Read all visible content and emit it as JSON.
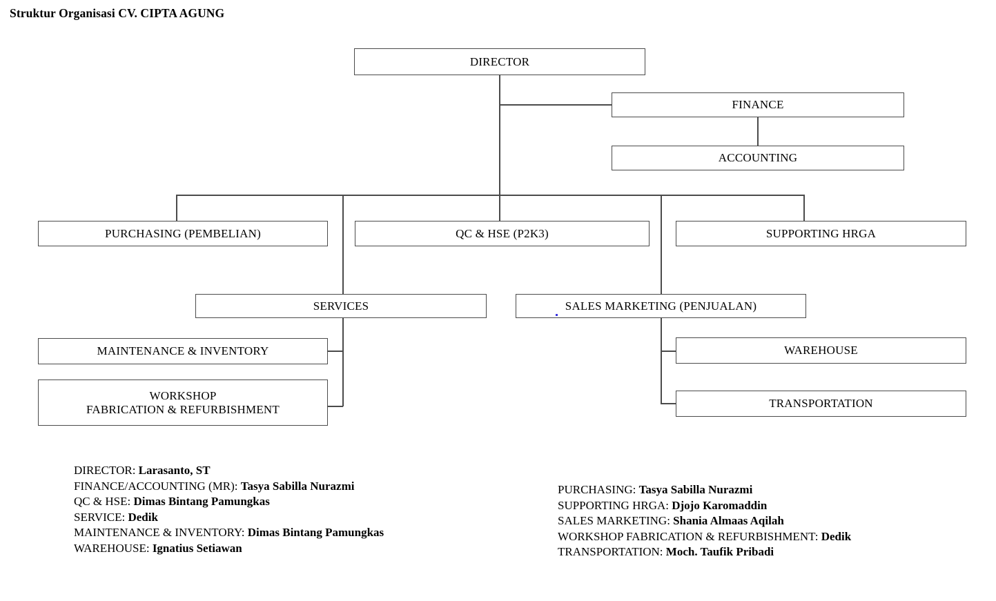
{
  "document": {
    "title": "Struktur Organisasi CV. CIPTA AGUNG"
  },
  "chart_data": {
    "type": "diagram",
    "diagram_type": "organizational-chart",
    "title": "Struktur Organisasi CV. CIPTA AGUNG",
    "nodes": [
      {
        "id": "director",
        "label": "DIRECTOR",
        "level": 1
      },
      {
        "id": "finance",
        "label": "FINANCE",
        "level": 2
      },
      {
        "id": "accounting",
        "label": "ACCOUNTING",
        "level": 3
      },
      {
        "id": "purchasing",
        "label": "PURCHASING (PEMBELIAN)",
        "level": 2
      },
      {
        "id": "qchse",
        "label": "QC & HSE (P2K3)",
        "level": 2
      },
      {
        "id": "hrga",
        "label": "SUPPORTING HRGA",
        "level": 2
      },
      {
        "id": "services",
        "label": "SERVICES",
        "level": 3
      },
      {
        "id": "sales",
        "label": "SALES MARKETING (PENJUALAN)",
        "level": 3
      },
      {
        "id": "maintenance",
        "label": "MAINTENANCE & INVENTORY",
        "level": 4
      },
      {
        "id": "workshop",
        "label": "WORKSHOP\nFABRICATION & REFURBISHMENT",
        "level": 4
      },
      {
        "id": "warehouse",
        "label": "WAREHOUSE",
        "level": 4
      },
      {
        "id": "transport",
        "label": "TRANSPORTATION",
        "level": 4
      }
    ],
    "edges": [
      {
        "from": "director",
        "to": "finance"
      },
      {
        "from": "finance",
        "to": "accounting"
      },
      {
        "from": "director",
        "to": "purchasing"
      },
      {
        "from": "director",
        "to": "qchse"
      },
      {
        "from": "director",
        "to": "hrga"
      },
      {
        "from": "director",
        "to": "services"
      },
      {
        "from": "hrga",
        "to": "sales"
      },
      {
        "from": "services",
        "to": "maintenance"
      },
      {
        "from": "services",
        "to": "workshop"
      },
      {
        "from": "sales",
        "to": "warehouse"
      },
      {
        "from": "sales",
        "to": "transport"
      }
    ]
  },
  "legend": {
    "left": [
      {
        "role": "DIRECTOR: ",
        "name": "Larasanto, ST"
      },
      {
        "role": "FINANCE/ACCOUNTING (MR): ",
        "name": "Tasya Sabilla Nurazmi"
      },
      {
        "role": "QC & HSE: ",
        "name": "Dimas Bintang Pamungkas"
      },
      {
        "role": "SERVICE: ",
        "name": "Dedik"
      },
      {
        "role": "MAINTENANCE & INVENTORY: ",
        "name": "Dimas Bintang Pamungkas"
      },
      {
        "role": "WAREHOUSE: ",
        "name": "Ignatius Setiawan"
      }
    ],
    "right": [
      {
        "role": "PURCHASING: ",
        "name": "Tasya Sabilla Nurazmi"
      },
      {
        "role": "SUPPORTING HRGA: ",
        "name": "Djojo Karomaddin"
      },
      {
        "role": "SALES MARKETING: ",
        "name": "Shania Almaas Aqilah"
      },
      {
        "role": "WORKSHOP FABRICATION & REFURBISHMENT: ",
        "name": "Dedik"
      },
      {
        "role": "TRANSPORTATION: ",
        "name": "Moch. Taufik Pribadi"
      }
    ]
  },
  "colors": {
    "box_border": "#4a4a4a",
    "text": "#000000",
    "background": "#ffffff",
    "spellcheck_mark": "#3a33e0"
  }
}
